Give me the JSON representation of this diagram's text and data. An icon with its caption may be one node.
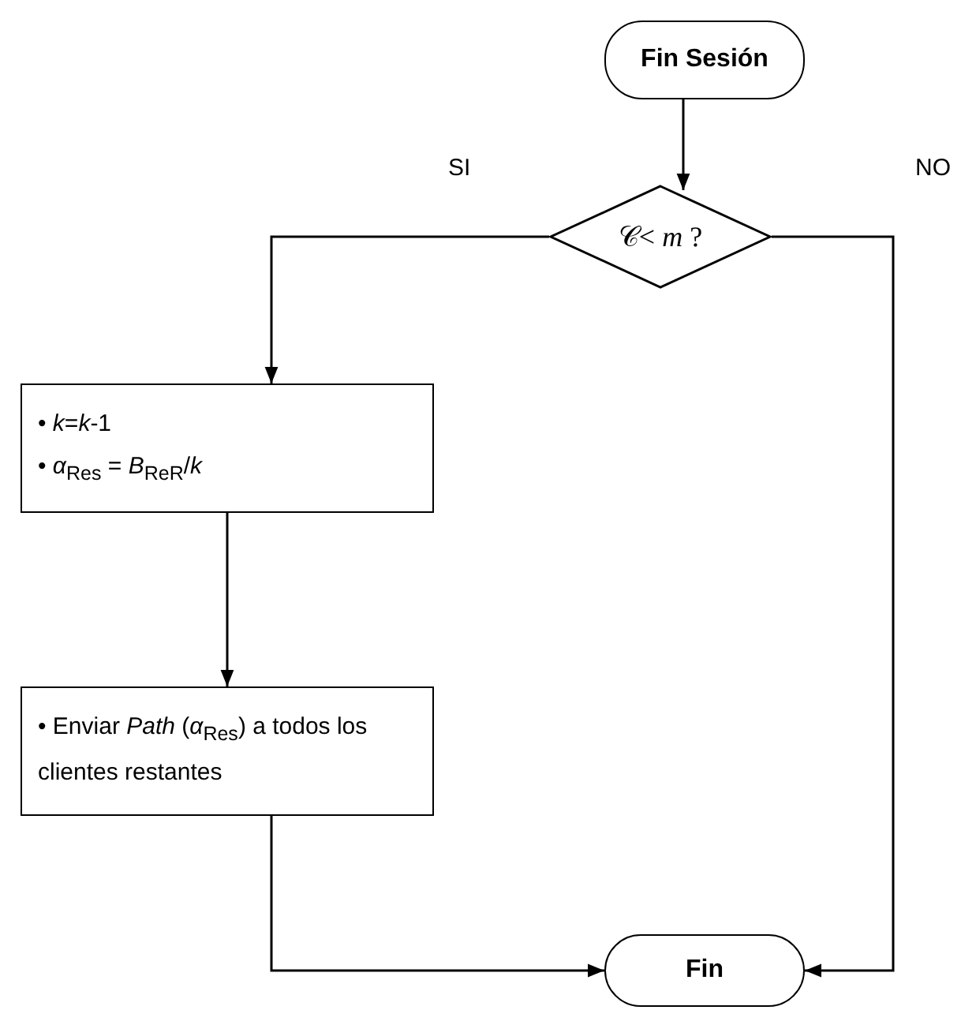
{
  "diagram": {
    "nodes": [
      {
        "text": [
          "Fin Sesión"
        ]
      },
      {
        "text": [
          "𝒞< *m* ?"
        ]
      },
      {
        "text": [
          "• *k*=*k*-1",
          "• *α*$_{Res}$ = *B*$_{ReR}$/*k*"
        ]
      },
      {
        "text": [
          "• Enviar *Path* (*α*$_{Res}$) a todos los clientes restantes"
        ]
      },
      {
        "text": [
          "Fin"
        ]
      }
    ],
    "edges": [
      {
        "from": 0,
        "to": 1,
        "arrow": "to"
      },
      {
        "from": 1,
        "to": 2,
        "arrow": "to",
        "label": "SI"
      },
      {
        "from": 1,
        "to": 4,
        "arrow": "to",
        "label": "NO"
      },
      {
        "from": 2,
        "to": 3,
        "arrow": "to"
      },
      {
        "from": 3,
        "to": 4,
        "arrow": "to"
      }
    ]
  }
}
